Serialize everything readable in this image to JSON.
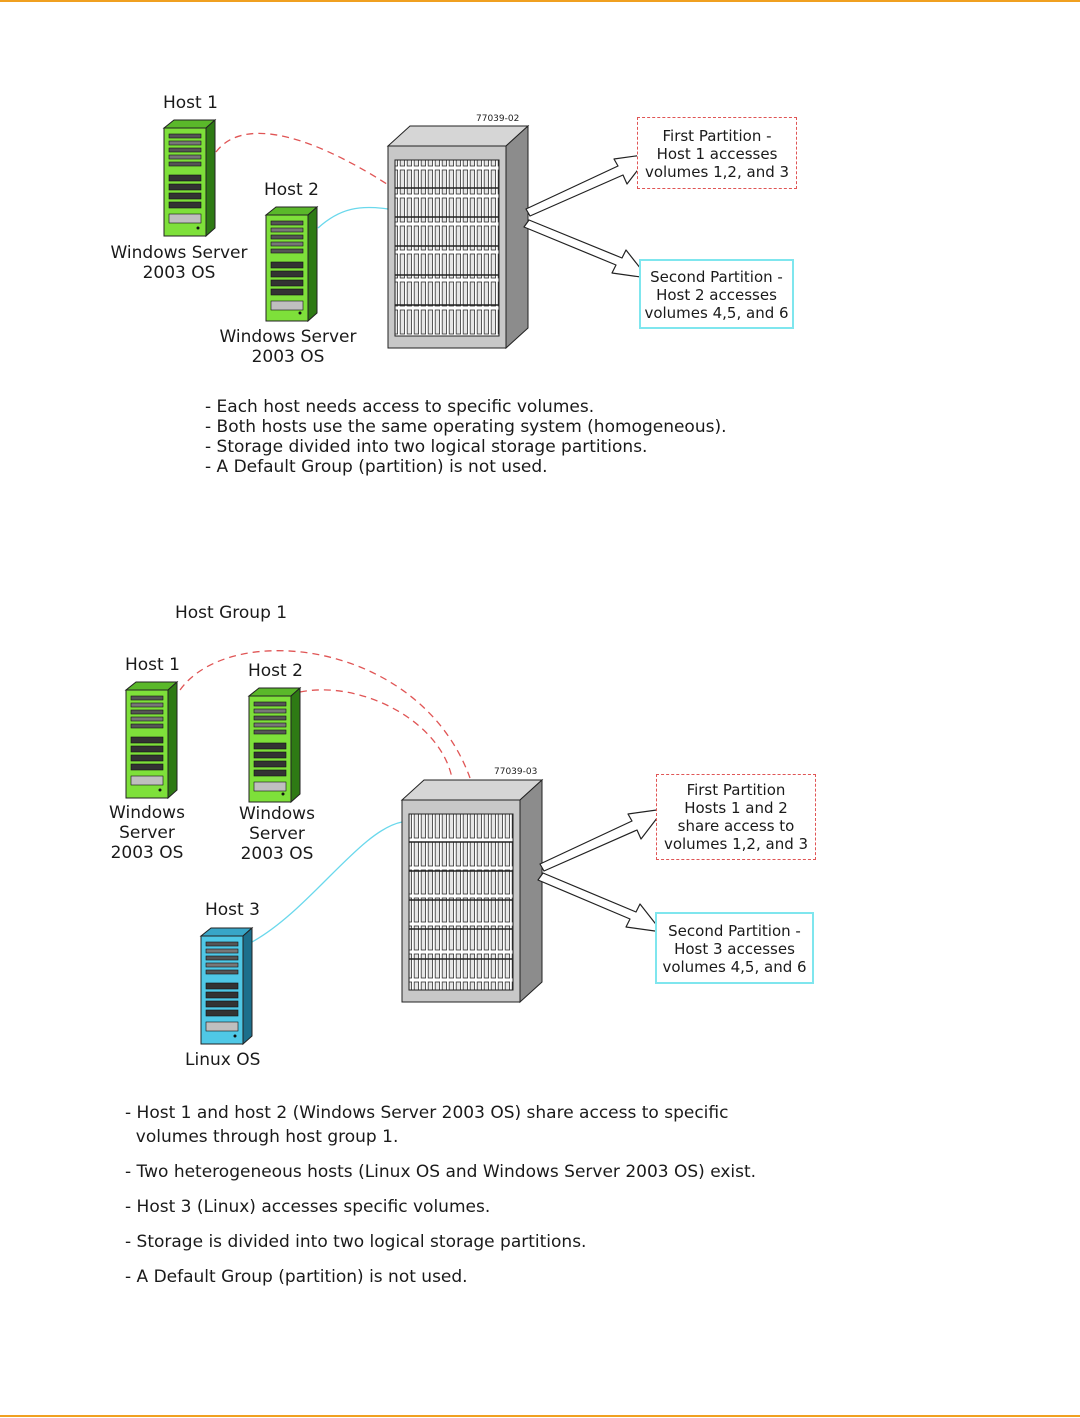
{
  "colors": {
    "rule": "#f0a020",
    "windows_server": "#7ee03a",
    "linux_server": "#4fc8e6",
    "storage": "#c8c8c8",
    "link_red": "#e05555",
    "link_cyan": "#6ad8ec"
  },
  "diagram1": {
    "code": "77039-02",
    "host1": {
      "name": "Host 1",
      "os": [
        "Windows Server",
        "2003 OS"
      ]
    },
    "host2": {
      "name": "Host 2",
      "os": [
        "Windows Server",
        "2003 OS"
      ]
    },
    "partition1": [
      "First Partition -",
      "Host 1 accesses",
      "volumes 1,2, and 3"
    ],
    "partition2": [
      "Second Partition -",
      "Host 2 accesses",
      "volumes 4,5, and 6"
    ],
    "notes": [
      "- Each host needs access to specific volumes.",
      "- Both hosts use the same operating system (homogeneous).",
      "- Storage divided into two logical storage partitions.",
      "- A Default Group (partition) is not used."
    ]
  },
  "diagram2": {
    "code": "77039-03",
    "group": "Host Group 1",
    "host1": {
      "name": "Host 1",
      "os": [
        "Windows",
        "Server",
        "2003 OS"
      ]
    },
    "host2": {
      "name": "Host 2",
      "os": [
        "Windows",
        "Server",
        "2003 OS"
      ]
    },
    "host3": {
      "name": "Host 3",
      "os": [
        "Linux OS"
      ]
    },
    "partition1": [
      "First Partition",
      "Hosts 1 and 2",
      "share access to",
      "volumes 1,2, and 3"
    ],
    "partition2": [
      "Second Partition -",
      "Host 3 accesses",
      "volumes 4,5, and 6"
    ],
    "notes": [
      "- Host 1 and host 2 (Windows Server 2003 OS) share access to specific\n  volumes through host group 1.",
      "- Two heterogeneous hosts (Linux OS and Windows Server 2003 OS) exist.",
      "- Host 3 (Linux) accesses specific volumes.",
      "- Storage is divided into two logical storage partitions.",
      "- A Default Group (partition) is not used."
    ]
  },
  "icons": {
    "server": "server-tower-icon",
    "storage": "storage-array-icon",
    "arrow": "hollow-arrow-icon"
  }
}
